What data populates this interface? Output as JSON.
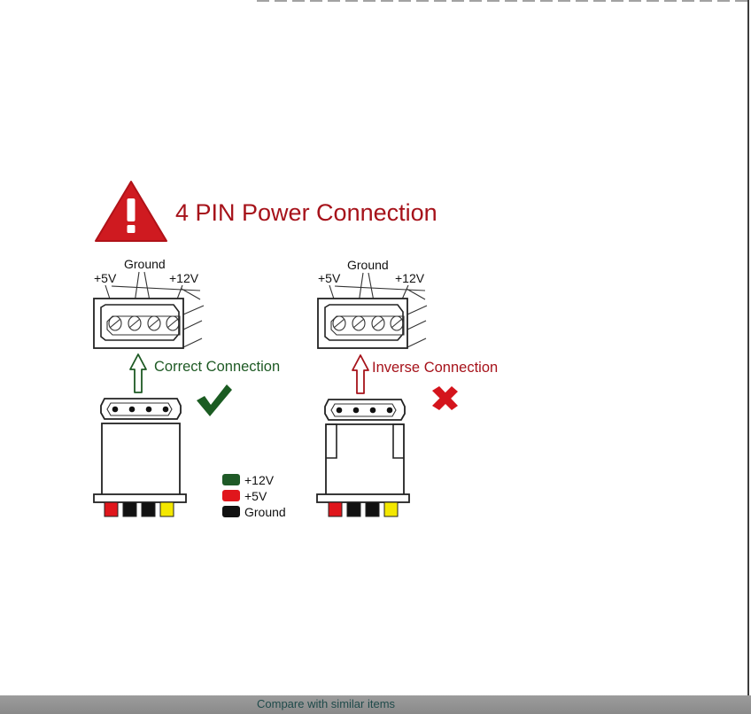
{
  "diagram": {
    "title": "4 PIN Power Connection",
    "warning_icon": "warning-triangle-icon",
    "left_connector": {
      "label_5v": "+5V",
      "label_ground": "Ground",
      "label_12v": "+12V",
      "status": "Correct Connection",
      "status_icon": "check-mark-icon",
      "status_color": "#1e5a24",
      "wire_colors": [
        "#e0161c",
        "#111111",
        "#111111",
        "#f4e800"
      ]
    },
    "right_connector": {
      "label_5v": "+5V",
      "label_ground": "Ground",
      "label_12v": "+12V",
      "status": "Inverse Connection",
      "status_icon": "cross-mark-icon",
      "status_color": "#a6121a",
      "wire_colors": [
        "#e0161c",
        "#111111",
        "#111111",
        "#f4e800"
      ]
    },
    "legend": [
      {
        "label": "+12V",
        "color": "#1f5a27"
      },
      {
        "label": "+5V",
        "color": "#e0161c"
      },
      {
        "label": "Ground",
        "color": "#111111"
      }
    ]
  },
  "footer": {
    "compare_label": "Compare with similar items"
  }
}
